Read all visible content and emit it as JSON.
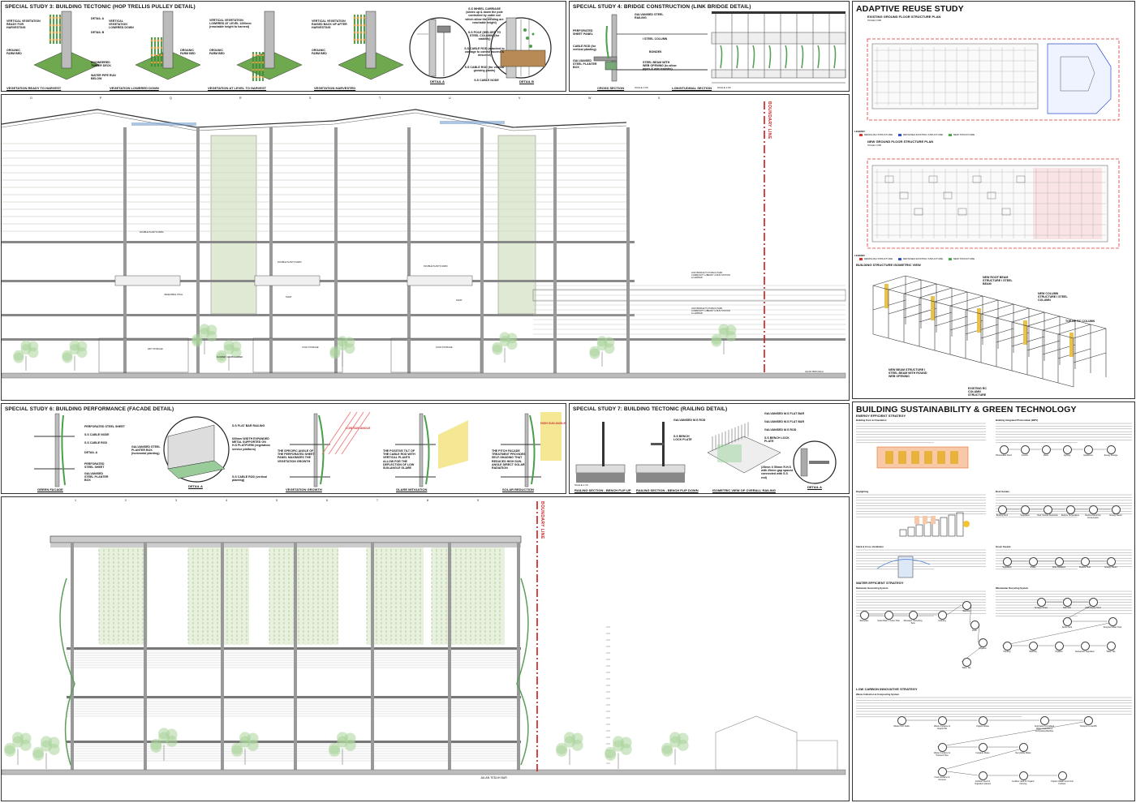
{
  "ss3": {
    "title": "SPECIAL STUDY 3: BUILDING TECTONIC (HOP TRELLIS PULLEY DETAIL)",
    "captions": [
      "VEGETATION READY TO HARVEST",
      "VEGETATION LOWERED DOWN",
      "VEGETATION AT LEVEL TO HARVEST",
      "VEGETATION HARVESTED"
    ],
    "labels": [
      "DETAIL A",
      "VERTICAL VEGETATION READY FOR HARVESTING",
      "DETAIL B",
      "ORGANIC FARM BED",
      "ENGINEERED TIMBER DECK",
      "WATER PIPE RUN BELOW",
      "VERTICAL VEGETATION LOWERED DOWN",
      "ORGANIC FARM BED",
      "VERTICAL VEGETATION LOWERED AT LEVEL 1200mm (reachable height to harvest)",
      "ORGANIC FARM BED",
      "VERTICAL VEGETATION RAISED BACK UP AFTER HARVESTING",
      "ORGANIC FARM BED"
    ],
    "detail_labels": [
      "S.S WHEEL CARRIAGE (slides up & down the pole controlled by cable rod which allow the welding are reachable height)",
      "S.S POLE (WELDED TO STEEL COLUMN) (for stability)",
      "S.S CABLE ROD (attached to carriage to control ascend & descend)",
      "S.S CABLE ROD (for vertical growing plants)",
      "S.S CABLE NODE"
    ],
    "detail_a": "DETAIL A",
    "detail_b": "DETAIL B"
  },
  "ss4": {
    "title": "SPECIAL STUDY 4: BRIDGE CONSTRUCTION (LINK BRIDGE DETAIL)",
    "labels": [
      "GALVANISED STEEL RAILING",
      "PERFORATED SHEET PANEL",
      "I STEEL COLUMN",
      "CABLE ROD (for vertical planting)",
      "BONDEK",
      "GALVANISED STEEL PLANTER BOX",
      "STEEL BEAM WITH WEB OPENING (to allow pipes & wire transfer)"
    ],
    "cap_cross": "CROSS SECTION",
    "cap_long": "LONGITUDINAL SECTION",
    "scale": "SCALE 1:50"
  },
  "section_top": {
    "boundary": "BOUNDARY LINE",
    "tags": [
      "DOUBLE PLANTS FARM",
      "DOUBLE PLANTS FARM",
      "DOUBLE PLANTS FARM",
      "VEGETABLE STALL",
      "SHOP",
      "SHOP",
      "LINK BRIDGE TO PUBLIC PARK COMMUNITY LIBRARY & BUS STATION & HAWKER",
      "LINK BRIDGE TO PUBLIC PARK COMMUNITY LIBRARY & BUS STATION & HAWKER",
      "FLOWER / HERB GARDEN",
      "COLD STORAGE",
      "COLD STORAGE",
      "DRY STORAGE",
      "JALAN PENCHALA"
    ],
    "grid": [
      "O",
      "P",
      "Q",
      "R",
      "S",
      "T",
      "U",
      "V",
      "W",
      "X"
    ]
  },
  "ss6": {
    "title": "SPECIAL STUDY 6: BUILDING PERFORMANCE (FACADE DETAIL)",
    "captions": [
      "GREEN FACADE",
      "DETAIL A",
      "VEGETATION GROWTH",
      "GLARE MITIGATION",
      "SOLAR REDUCTION"
    ],
    "labels": [
      "PERFORATED STEEL SHEET",
      "S.S CABLE NODE",
      "S.S CABLE ROD",
      "DETAIL A",
      "PERFORATED STEEL SHEET",
      "GALVANISED STEEL PLANTER BOX",
      "S.S FLAT BAR RAILING",
      "GALVANISED STEEL PLANTER BOX (horizontal planting)",
      "600mm WIDTH EXPANDED METAL SUPPORTED ON H.S PLATFORM (vegetation service platform)",
      "S.S CABLE ROD (vertical planting)",
      "THE SPECIFIC ANGLE OF THE PERFORATED SHEET PANEL MAXIMIZES THE VEGETATION GROWTH",
      "THE POSITIVE TILT OF THE CABLE ROD WITH VERTICAL PLANTS ALLOW FOR THE DEFLECTION OF LOW SUN-ANGLE GLARE",
      "THE PITCH FACADE TREATMENT PROVIDES SELF-SHADING THAT REDUCES HIGH SUN-ANGLE DIRECT SOLAR RADIATION",
      "LOW SUN ANGLE",
      "HIGH SUN ANGLE"
    ]
  },
  "ss7": {
    "title": "SPECIAL STUDY 7: BUILDING TECTONIC (RAILING DETAIL)",
    "captions": [
      "RAILING SECTION - BENCH FLIP UP",
      "RAILING SECTION - BENCH FLIP DOWN",
      "ISOMETRIC VIEW OF OVERALL RAILING",
      "DETAIL A"
    ],
    "labels": [
      "GALVANISED M.S FLAT BAR",
      "GALVANISED M.S ROD",
      "S.S BENCH LOCK PLATE",
      "GALVANISED M.S FLAT BAR",
      "GALVANISED M.S ROD",
      "S.S BENCH LOCK PLATE",
      "(25mm X 50mm R.H.S with 20mm gap spaced connected with S.S rod)"
    ],
    "scale": "SCALE 1:15"
  },
  "section_bottom": {
    "boundary": "BOUNDARY LINE",
    "street": "JALAN TEDUH BAR",
    "grid": [
      "1",
      "2",
      "3",
      "4",
      "5",
      "6",
      "7",
      "8",
      "9"
    ]
  },
  "adaptive": {
    "title": "ADAPTIVE REUSE STUDY",
    "plan1": "EXISTING GROUND FLOOR STRUCTURE PLAN",
    "plan2": "NEW GROUND FLOOR STRUCTURE PLAN",
    "plan3": "BUILDING STRUCTURE ISOMETRIC VIEW",
    "scale": "SCALE 1:600",
    "legend_title": "LEGEND:",
    "legend": [
      "DEMOLISH STRUCTURE",
      "RETAINED EXISTING STRUCTURE",
      "NEW STRUCTURE"
    ],
    "iso_labels": [
      "NEW ROOF BEAM STRUCTURE I STEEL BEAM",
      "NEW COLUMN STRUCTURE I STEEL COLUMN",
      "TOP UP RC COLUMN",
      "NEW BEAM STRUCTURE I STEEL BEAM WITH ROUND WEB OPENING",
      "EXISTING RC COLUMN STRUCTURE"
    ],
    "colors": {
      "demolish": "#e03030",
      "retained": "#3050d0",
      "new": "#40b040"
    }
  },
  "sustain": {
    "title": "BUILDING SUSTAINABILITY & GREEN TECHNOLOGY",
    "energy": "ENERGY EFFICIENT STRATEGY",
    "water": "WATER EFFICIENT STRATEGY",
    "carbon": "LOW CARBON INNOVATIVE STRATEGY",
    "subs": [
      "Building Form & Orientation",
      "Building Integrated Photovoltaic (BIPV)",
      "Daylighting",
      "Roof Garden",
      "Stack & Cross Ventilation",
      "Green Facade",
      "Rainwater Harvesting System",
      "Wastewater Recycling System",
      "Waste Collection & Composting System"
    ],
    "nodes_energy1": [
      "Photovoltaic Panel",
      "Inverter",
      "Meter",
      "Lighting",
      "Appliances",
      "Energy Storage"
    ],
    "nodes_energy2": [
      "Building Roof",
      "Vegetation",
      "Heat Transfer Reduction",
      "Reduce Temperature",
      "Reduce Electricity Consumption",
      "Energy Saved"
    ],
    "nodes_energy3": [
      "Vegetation",
      "Shade",
      "Solar Radiation",
      "Reduce Heat",
      "Energy Saved"
    ],
    "nodes_water1": [
      "Rainwater",
      "Gutter Basin / Gutter Tank",
      "Rainwater Harvesting Tank",
      "Cleaning",
      "Washing",
      "Flush",
      "Irrigation",
      "Water Tap"
    ],
    "nodes_water2": [
      "Scrapper Drain",
      "Stall Sink",
      "Stall Display Shelf",
      "Septic Tank",
      "Recycled Water Tank",
      "Drinking",
      "Washing",
      "Irrigation",
      "Restaurant Vegetation",
      "Water Tap"
    ],
    "nodes_carbon": [
      "Waste From Stalls",
      "Waste Container & Organic Bin",
      "Organic Waste",
      "Automated Centralised Waste Collection & Composting Machine",
      "Transport to Landfill",
      "Waste Container & Transport Pipe",
      "Inorganic Waste",
      "Recyclable Waste",
      "Food Container & Compost",
      "Fertilizer used for Vegetation planted",
      "Fertilizer used for Organic Farming",
      "Organic Waste turned into Fertiliser"
    ]
  }
}
